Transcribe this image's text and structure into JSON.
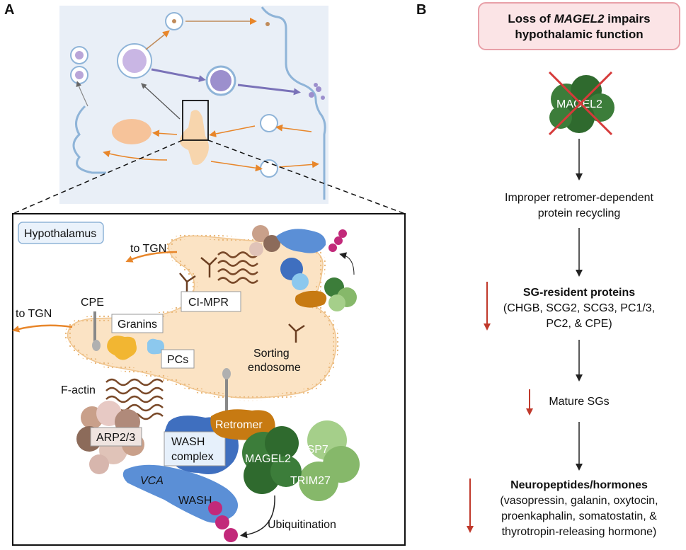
{
  "panel_a": {
    "letter": "A",
    "hypothalamus_label": "Hypothalamus",
    "labels": {
      "to_tgn_top": "to TGN",
      "to_tgn_left": "to TGN",
      "ci_mpr": "CI-MPR",
      "cpe": "CPE",
      "granins": "Granins",
      "pcs": "PCs",
      "sorting_endosome_line1": "Sorting",
      "sorting_endosome_line2": "endosome",
      "f_actin": "F-actin",
      "arp23": "ARP2/3",
      "retromer": "Retromer",
      "wash_complex_line1": "WASH",
      "wash_complex_line2": "complex",
      "magel2": "MAGEL2",
      "usp7": "USP7",
      "trim27": "TRIM27",
      "vca": "VCA",
      "wash": "WASH",
      "ubiquitination": "Ubiquitination"
    }
  },
  "panel_b": {
    "letter": "B",
    "title_pre": "Loss of ",
    "title_gene": "MAGEL2",
    "title_post": " impairs",
    "title_line2": "hypothalamic function",
    "crossed_protein": "MAGEL2",
    "step1_line1": "Improper retromer-dependent",
    "step1_line2": "protein recycling",
    "step2_title": "SG-resident proteins",
    "step2_line1": "(CHGB, SCG2, SCG3, PC1/3,",
    "step2_line2": "PC2, & CPE)",
    "step3": "Mature SGs",
    "step4_title": "Neuropeptides/hormones",
    "step4_line1": "(vasopressin, galanin, oxytocin,",
    "step4_line2": "proenkaphalin, somatostatin, &",
    "step4_line3": "thyrotropin-releasing hormone)"
  },
  "colors": {
    "cell_bg": "#e9eff7",
    "endosome_fill": "#fbe3c4",
    "retromer": "#c77a12",
    "magel2": "#3c7d3a",
    "usp7_trim27": "#86b86a",
    "wash_blue": "#5b8fd6",
    "ubiquitin": "#c2297a",
    "decrease_arrow": "#c0392b",
    "title_box": "#fbe4e6"
  }
}
